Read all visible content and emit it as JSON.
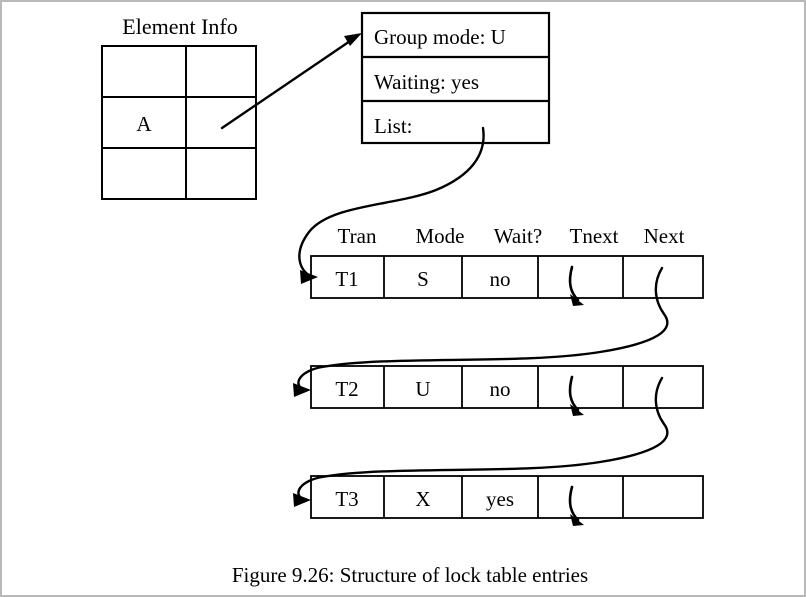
{
  "figure": {
    "caption": "Figure 9.26:  Structure of lock table entries",
    "element_info": {
      "title": "Element Info",
      "rows": 3,
      "columns": 2,
      "highlighted_cell": {
        "row": 2,
        "column": 1,
        "label": "A"
      }
    },
    "lock_entry_box": {
      "fields": [
        {
          "label": "Group mode: U"
        },
        {
          "label": "Waiting: yes"
        },
        {
          "label": "List:"
        }
      ]
    },
    "lock_table": {
      "headers": [
        "Tran",
        "Mode",
        "Wait?",
        "Tnext",
        "Next"
      ],
      "rows": [
        {
          "tran": "T1",
          "mode": "S",
          "wait": "no",
          "tnext": "",
          "next": ""
        },
        {
          "tran": "T2",
          "mode": "U",
          "wait": "no",
          "tnext": "",
          "next": ""
        },
        {
          "tran": "T3",
          "mode": "X",
          "wait": "yes",
          "tnext": "",
          "next": ""
        }
      ]
    },
    "colors": {
      "ink": "#000000",
      "paper": "#ffffff",
      "frame": "#b9b9b9",
      "caption_ink": "#2a2a38"
    }
  }
}
